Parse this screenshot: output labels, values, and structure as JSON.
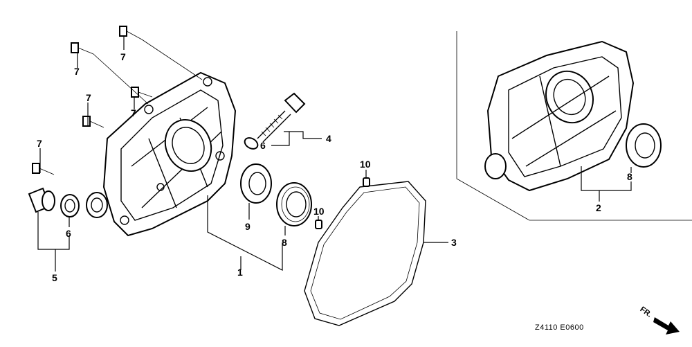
{
  "callouts": [
    {
      "id": "c1",
      "text": "1"
    },
    {
      "id": "c2",
      "text": "2"
    },
    {
      "id": "c3",
      "text": "3"
    },
    {
      "id": "c4",
      "text": "4"
    },
    {
      "id": "c5",
      "text": "5"
    },
    {
      "id": "c6a",
      "text": "6"
    },
    {
      "id": "c6b",
      "text": "6"
    },
    {
      "id": "c7a",
      "text": "7"
    },
    {
      "id": "c7b",
      "text": "7"
    },
    {
      "id": "c7c",
      "text": "7"
    },
    {
      "id": "c7d",
      "text": "7"
    },
    {
      "id": "c7e",
      "text": "7"
    },
    {
      "id": "c8a",
      "text": "8"
    },
    {
      "id": "c8b",
      "text": "8"
    },
    {
      "id": "c9",
      "text": "9"
    },
    {
      "id": "c10a",
      "text": "10"
    },
    {
      "id": "c10b",
      "text": "10"
    }
  ],
  "drawing_code": "Z4110   E0600",
  "direction_label": "FR."
}
